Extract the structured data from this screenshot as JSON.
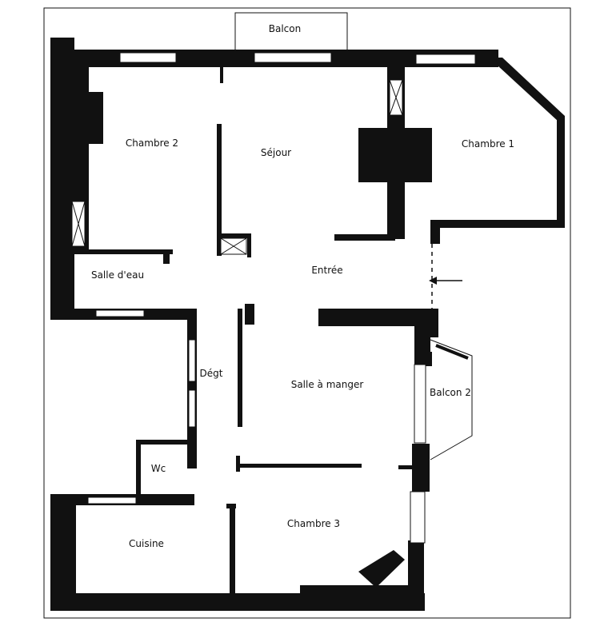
{
  "rooms": {
    "balcon": "Balcon",
    "chambre2": "Chambre 2",
    "sejour": "Séjour",
    "chambre1": "Chambre 1",
    "salle_deau": "Salle d'eau",
    "entree": "Entrée",
    "degt": "Dégt",
    "salle_manger": "Salle à manger",
    "balcon2": "Balcon 2",
    "wc": "Wc",
    "chambre3": "Chambre 3",
    "cuisine": "Cuisine"
  },
  "colors": {
    "wall": "#111111",
    "window": "#ffffff",
    "background": "#ffffff"
  }
}
